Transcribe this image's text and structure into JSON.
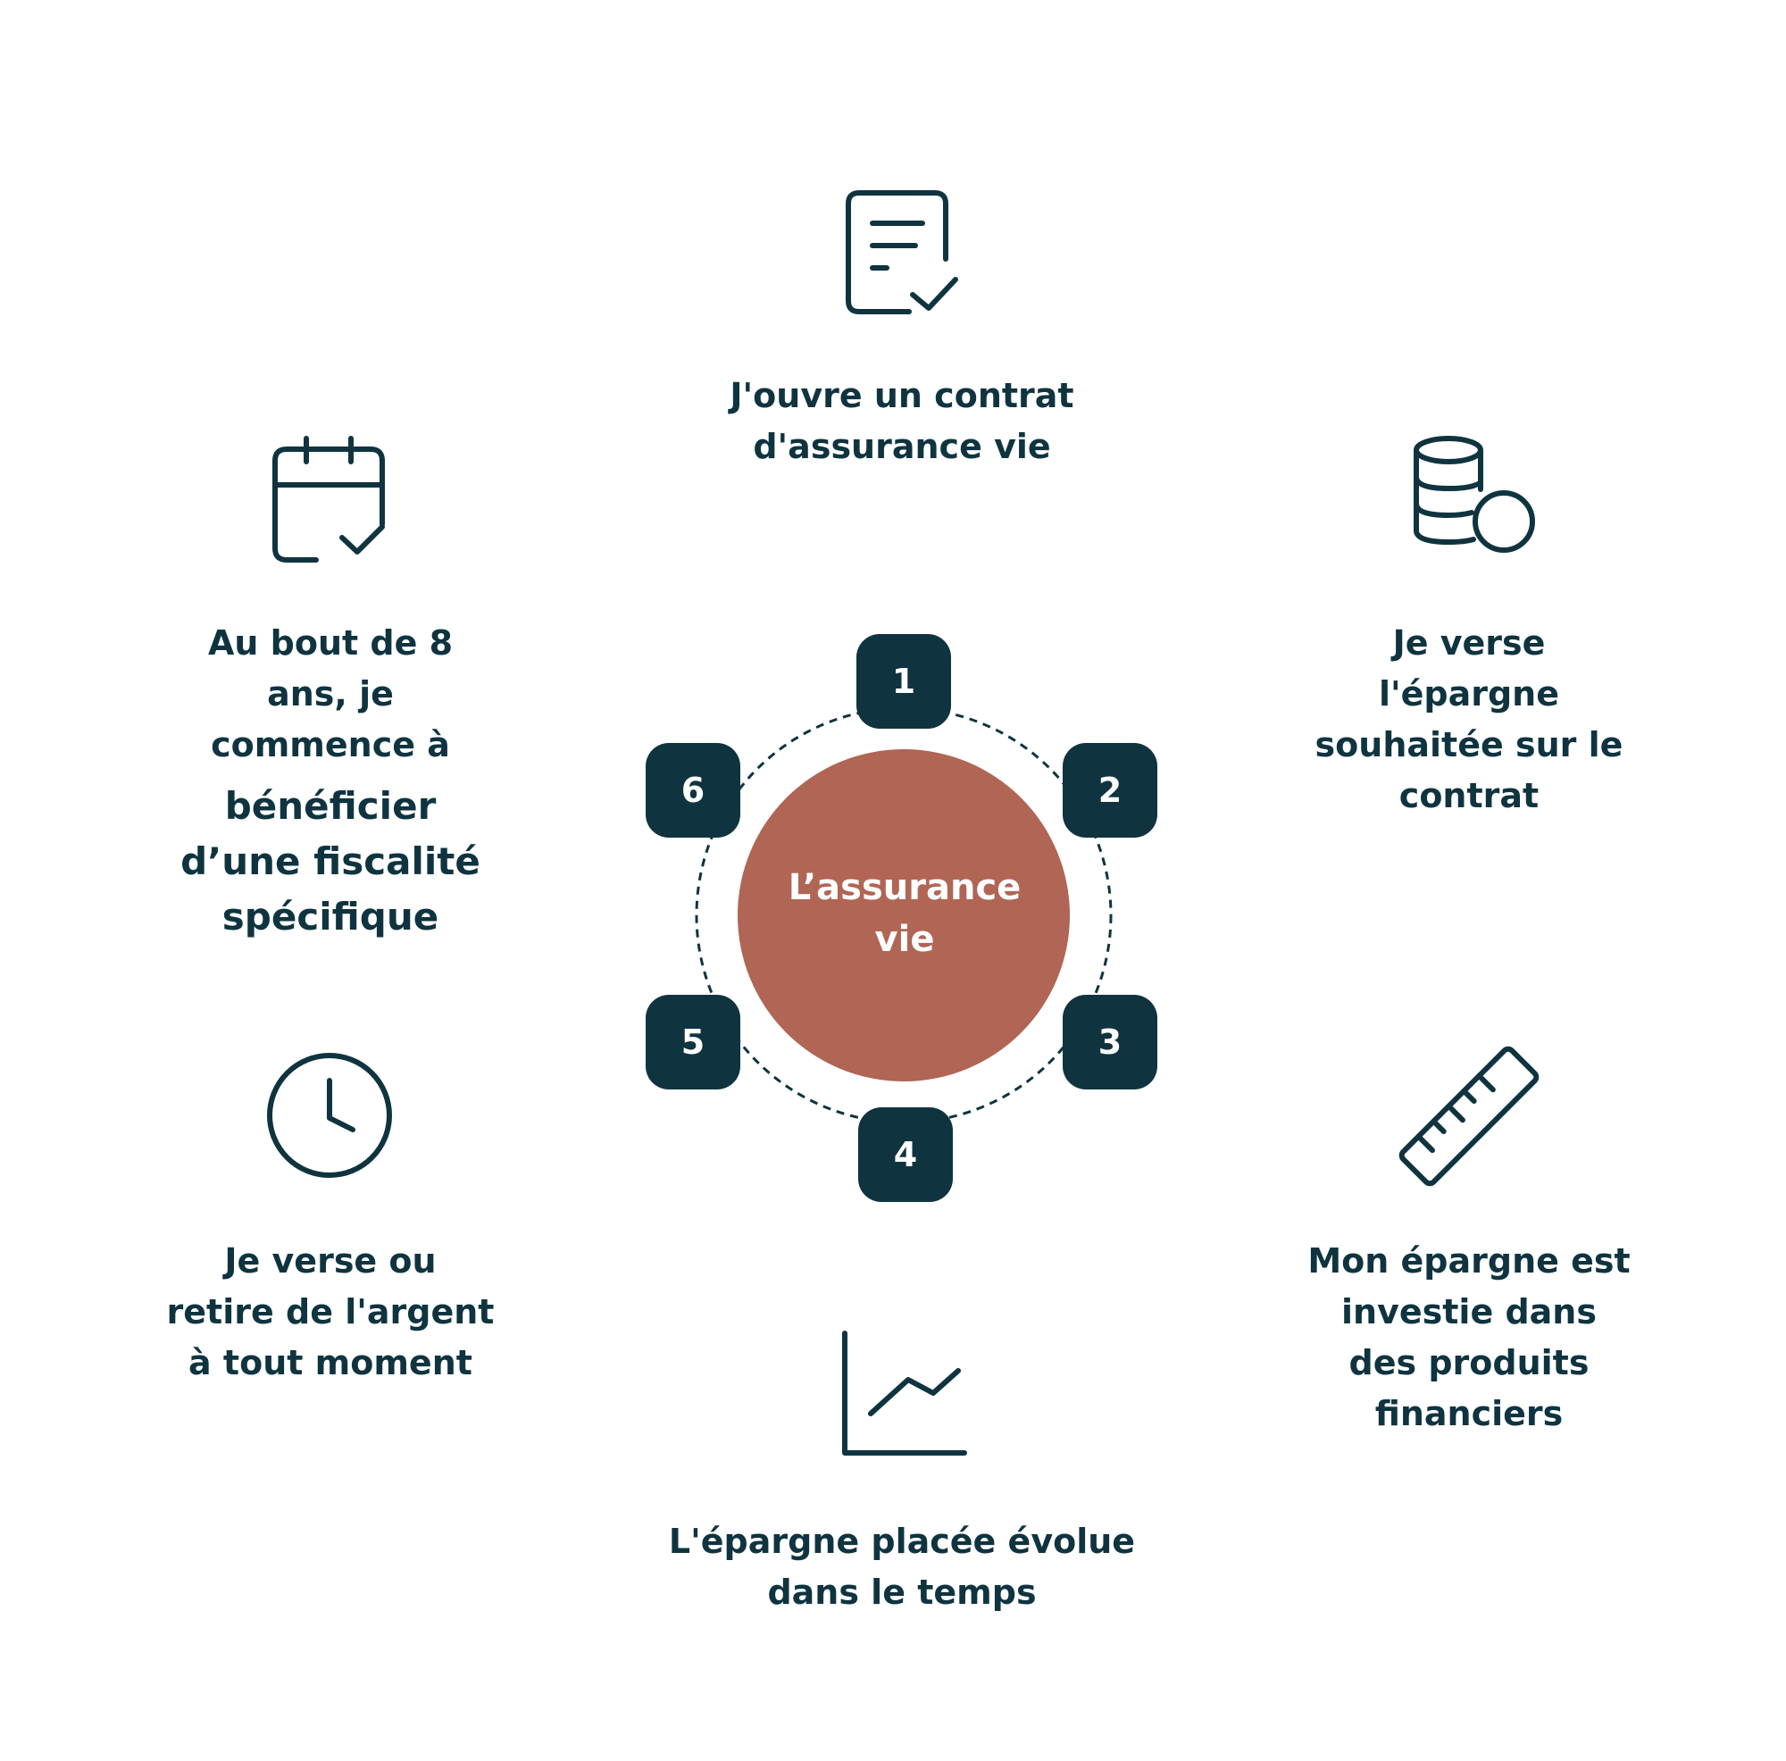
{
  "colors": {
    "ink": "#0f3440",
    "center": "#b06555",
    "badge": "#0f3440",
    "badge_text": "#ffffff"
  },
  "center": {
    "title": "L’assurance\nvie"
  },
  "steps": [
    {
      "number": "1",
      "icon": "document-check-icon",
      "text": "J'ouvre un contrat\nd'assurance vie"
    },
    {
      "number": "2",
      "icon": "database-coin-icon",
      "text": "Je verse\nl'épargne\nsouhaitée sur le\ncontrat"
    },
    {
      "number": "3",
      "icon": "ruler-icon",
      "text": "Mon épargne est\ninvestie dans\ndes produits\nfinanciers"
    },
    {
      "number": "4",
      "icon": "line-chart-icon",
      "text": "L'épargne placée évolue\ndans le temps"
    },
    {
      "number": "5",
      "icon": "clock-icon",
      "text": "Je verse ou\nretire de l'argent\nà tout moment"
    },
    {
      "number": "6",
      "icon": "calendar-check-icon",
      "text": "Au bout de 8\nans, je\ncommence à",
      "text_continued": "bénéficier\nd’une fiscalité\nspécifique"
    }
  ]
}
